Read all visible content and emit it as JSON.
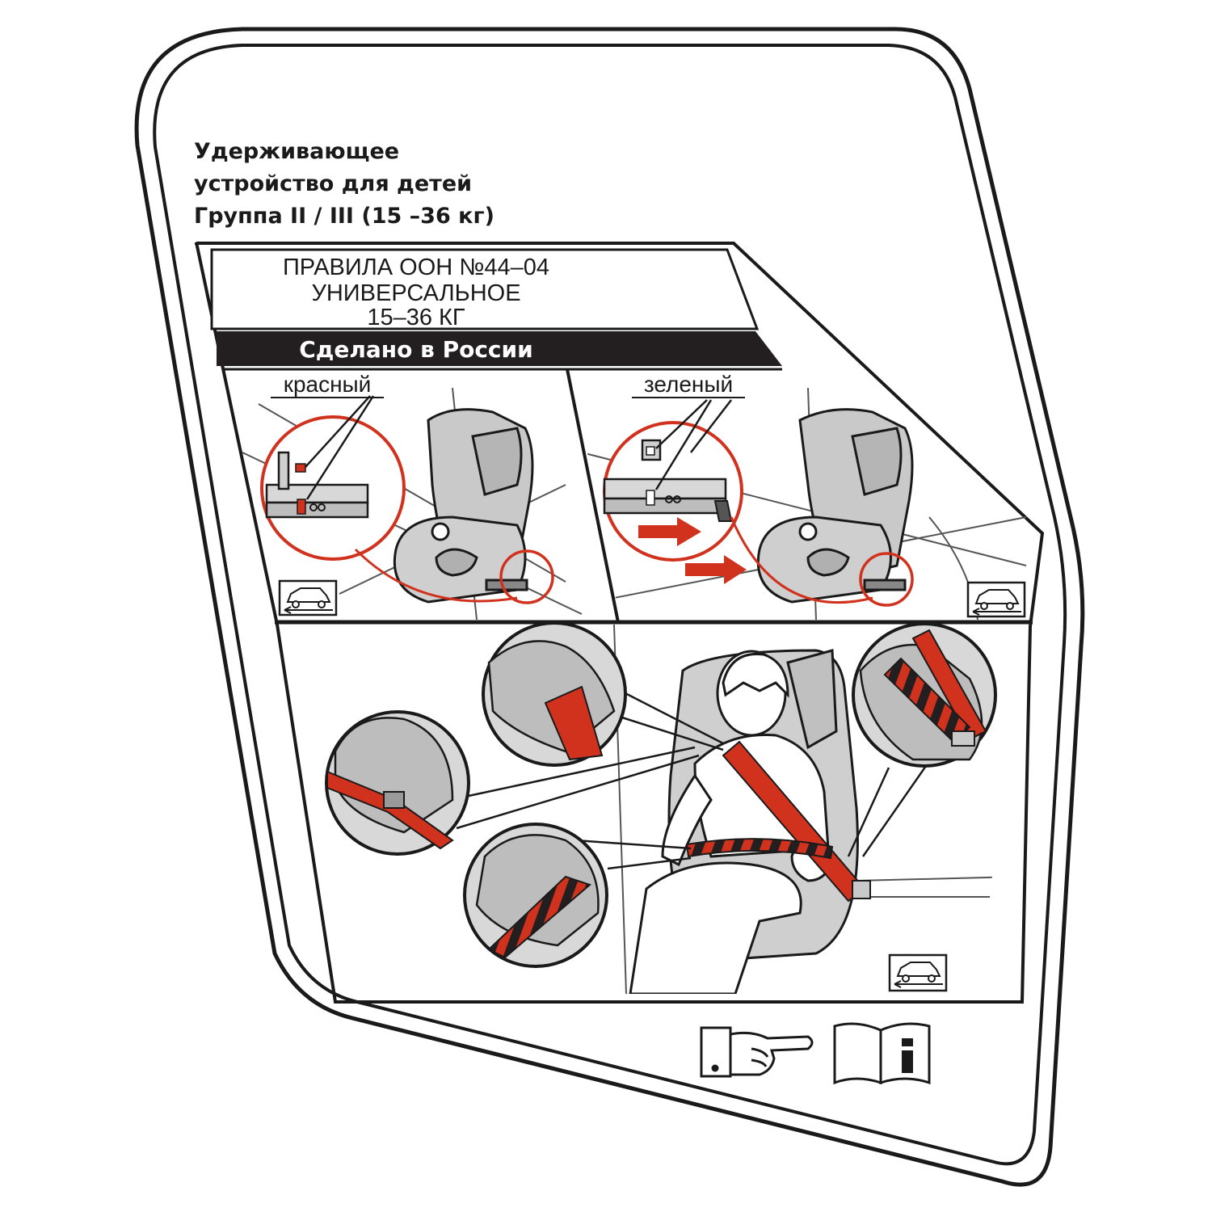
{
  "header": {
    "title_line1": "Удерживающее",
    "title_line2": "устройство для детей",
    "title_line3": "Группа II / III (15 –36 кг)"
  },
  "approval": {
    "line1": "ПРАВИЛА  ООН №44–04",
    "line2": "УНИВЕРСАЛЬНОЕ",
    "line3": "15–36 КГ"
  },
  "origin_band": "Сделано в России",
  "panels": {
    "isofix_left_label": "красный",
    "isofix_right_label": "зеленый"
  },
  "icons": {
    "car_forward": "car-forward-facing-icon",
    "pointing_hand": "pointing-hand-icon",
    "manual": "read-manual-info-icon"
  },
  "colors": {
    "belt_red": "#d1321e",
    "seat_grey": "#c9c9c9",
    "outline": "#1a1a1a",
    "band_black": "#231f20"
  }
}
